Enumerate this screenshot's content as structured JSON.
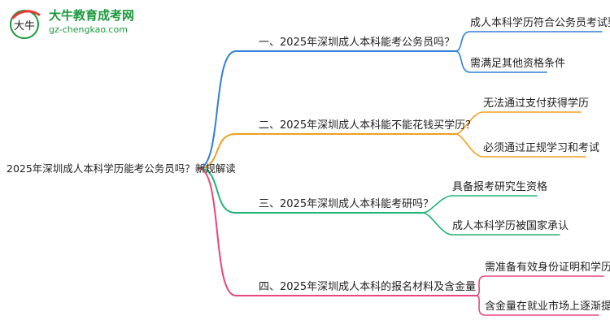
{
  "logo": {
    "title": "大牛教育成考网",
    "url": "gz-chengkao.com",
    "glyph": "大牛"
  },
  "colors": {
    "blue": "#2f7fdc",
    "orange": "#f0a020",
    "green": "#22b573",
    "pink": "#e8467c"
  },
  "root": "2025年深圳成人本科学历能考公务员吗？新规解读",
  "branches": [
    {
      "label": "一、2025年深圳成人本科能考公务员吗？",
      "color": "#2f7fdc",
      "leaves": [
        "成人本科学历符合公务员考试要求",
        "需满足其他资格条件"
      ]
    },
    {
      "label": "二、2025年深圳成人本科能不能花钱买学历？",
      "color": "#f0a020",
      "leaves": [
        "无法通过支付获得学历",
        "必须通过正规学习和考试"
      ]
    },
    {
      "label": "三、2025年深圳成人本科能考研吗？",
      "color": "#22b573",
      "leaves": [
        "具备报考研究生资格",
        "成人本科学历被国家承认"
      ]
    },
    {
      "label": "四、2025年深圳成人本科的报名材料及含金量",
      "color": "#e8467c",
      "leaves": [
        "需准备有效身份证明和学历证明",
        "含金量在就业市场上逐渐提升"
      ]
    }
  ]
}
